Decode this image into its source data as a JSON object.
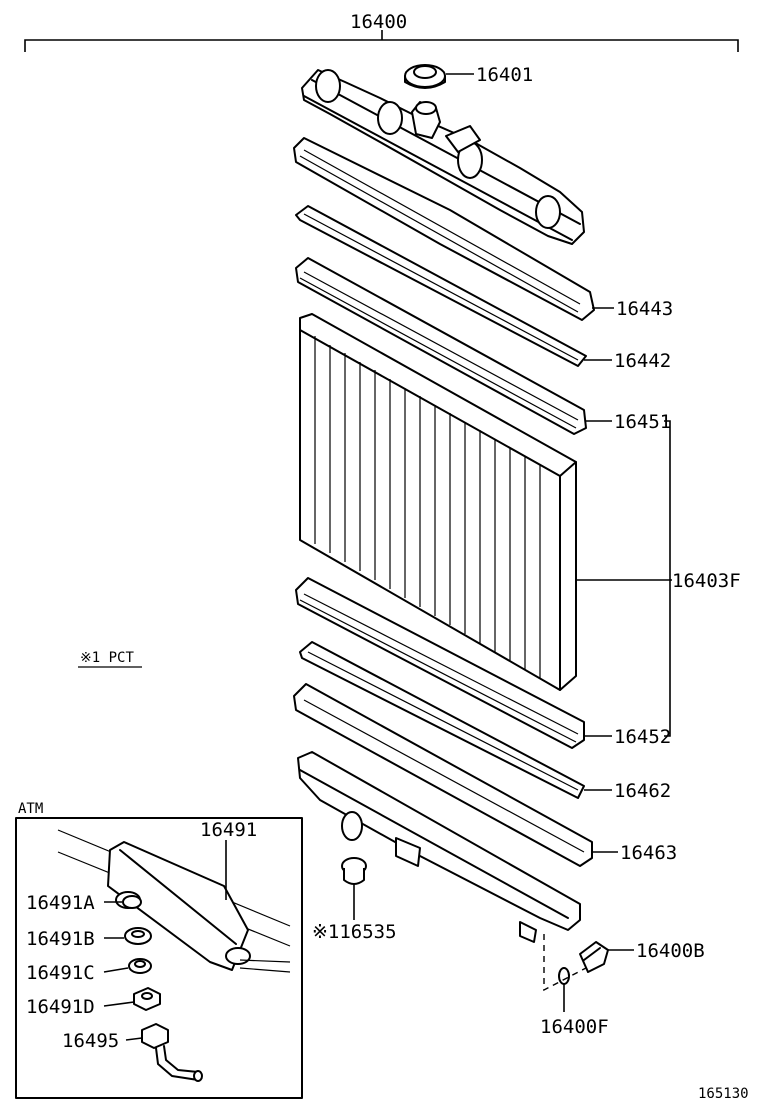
{
  "diagram": {
    "part_numbers": {
      "assembly": "16400",
      "cap": "16401",
      "upper_tank_gasket": "16443",
      "upper_gasket": "16442",
      "upper_plate": "16451",
      "core": "16403F",
      "lower_plate": "16452",
      "lower_gasket": "16462",
      "lower_tank_gasket": "16463",
      "drain_cock": "16400B",
      "drain_oring": "16400F",
      "cushion": "※116535",
      "atm_pipe": "16491",
      "atm_a": "16491A",
      "atm_b": "16491B",
      "atm_c": "16491C",
      "atm_d": "16491D",
      "atm_hose": "16495"
    },
    "note": "※1 PCT",
    "atm_box_title": "ATM",
    "figure_id": "165130"
  }
}
